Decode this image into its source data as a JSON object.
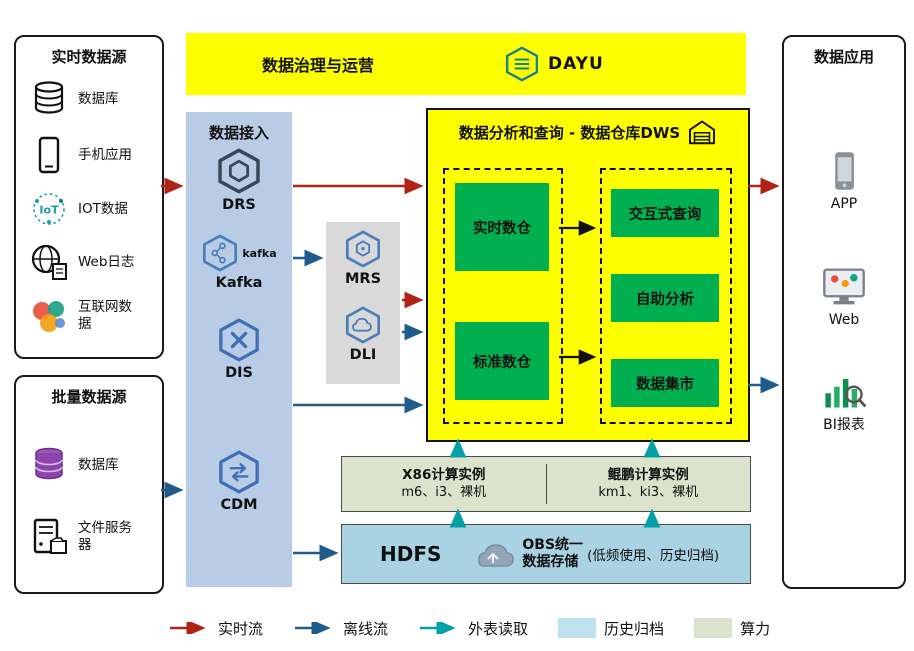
{
  "colors": {
    "yellow": "#FFFF00",
    "ingest_blue": "#B9CCE6",
    "gray_panel": "#D9D9D9",
    "green_box": "#00B050",
    "compute_bg": "#DCE3CC",
    "storage_bg": "#A9D3E3",
    "flow_realtime": "#B02418",
    "flow_offline": "#1F5C8B",
    "flow_external": "#00A0A5"
  },
  "realtime_sources": {
    "title": "实时数据源",
    "items": [
      {
        "icon": "database-icon",
        "label": "数据库"
      },
      {
        "icon": "phone-icon",
        "label": "手机应用"
      },
      {
        "icon": "iot-icon",
        "label": "IOT数据"
      },
      {
        "icon": "web-log-icon",
        "label": "Web日志"
      },
      {
        "icon": "internet-icon",
        "label": "互联网数据"
      }
    ]
  },
  "batch_sources": {
    "title": "批量数据源",
    "items": [
      {
        "icon": "database-purple-icon",
        "label": "数据库"
      },
      {
        "icon": "file-server-icon",
        "label": "文件服务器"
      }
    ]
  },
  "governance": {
    "title": "数据治理与运营",
    "product": "DAYU"
  },
  "ingestion": {
    "title": "数据接入",
    "items": [
      {
        "name": "DRS"
      },
      {
        "name": "Kafka",
        "wordmark": "kafka"
      },
      {
        "name": "DIS"
      },
      {
        "name": "CDM"
      }
    ]
  },
  "lake_services": {
    "items": [
      {
        "name": "MRS"
      },
      {
        "name": "DLI"
      }
    ]
  },
  "dws": {
    "title": "数据分析和查询 - 数据仓库DWS",
    "warehouses": [
      {
        "label": "实时数仓"
      },
      {
        "label": "标准数仓"
      }
    ],
    "analytics": [
      {
        "label": "交互式查询"
      },
      {
        "label": "自助分析"
      },
      {
        "label": "数据集市"
      }
    ]
  },
  "applications": {
    "title": "数据应用",
    "items": [
      {
        "icon": "app-icon",
        "label": "APP"
      },
      {
        "icon": "web-app-icon",
        "label": "Web"
      },
      {
        "icon": "bi-report-icon",
        "label": "BI报表"
      }
    ]
  },
  "compute_instances": {
    "x86": {
      "title": "X86计算实例",
      "spec": "m6、i3、裸机"
    },
    "kunpeng": {
      "title": "鲲鹏计算实例",
      "spec": "km1、ki3、裸机"
    }
  },
  "storage": {
    "hdfs": "HDFS",
    "obs_line1": "OBS统一",
    "obs_line2": "数据存储",
    "note": "(低频使用、历史归档)"
  },
  "legend": {
    "items": [
      {
        "type": "arrow",
        "color": "#B02418",
        "label": "实时流"
      },
      {
        "type": "arrow",
        "color": "#1F5C8B",
        "label": "离线流"
      },
      {
        "type": "arrow",
        "color": "#00A0A5",
        "label": "外表读取"
      },
      {
        "type": "swatch",
        "color": "#BDE2EE",
        "label": "历史归档"
      },
      {
        "type": "swatch",
        "color": "#DCE3CC",
        "label": "算力"
      }
    ]
  }
}
